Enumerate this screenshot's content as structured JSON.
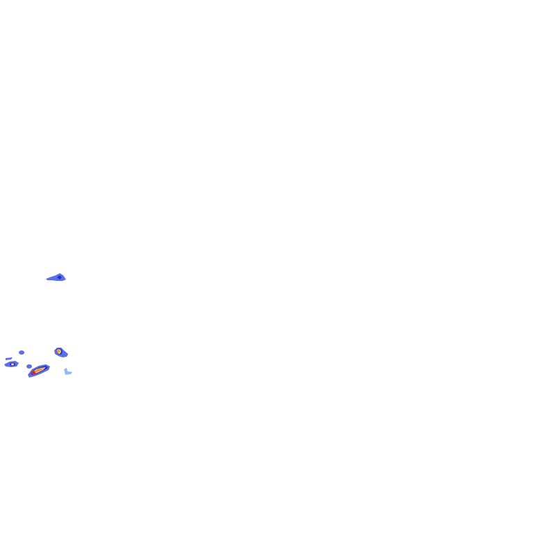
{
  "map": {
    "background": "#ffffff",
    "legend_colors": {
      "light_blue": "#8fb8ff",
      "blue": "#5a6cf0",
      "dark_blue": "#1e2fd8",
      "yellow": "#ffe04a",
      "orange": "#ff8a1f",
      "red": "#e0241b"
    }
  },
  "echoes": [
    {
      "name": "echo-cell-upper",
      "intensity": [
        "blue",
        "dark_blue"
      ]
    },
    {
      "name": "echo-cell-left-small",
      "intensity": [
        "blue"
      ]
    },
    {
      "name": "echo-cell-left",
      "intensity": [
        "blue",
        "dark_blue",
        "yellow"
      ]
    },
    {
      "name": "echo-cell-mid-small",
      "intensity": [
        "blue"
      ]
    },
    {
      "name": "echo-cell-bottom",
      "intensity": [
        "blue",
        "dark_blue",
        "yellow",
        "orange",
        "red"
      ]
    },
    {
      "name": "echo-cell-right",
      "intensity": [
        "blue",
        "dark_blue",
        "yellow",
        "orange"
      ]
    },
    {
      "name": "echo-cell-faint",
      "intensity": [
        "light_blue"
      ]
    }
  ]
}
